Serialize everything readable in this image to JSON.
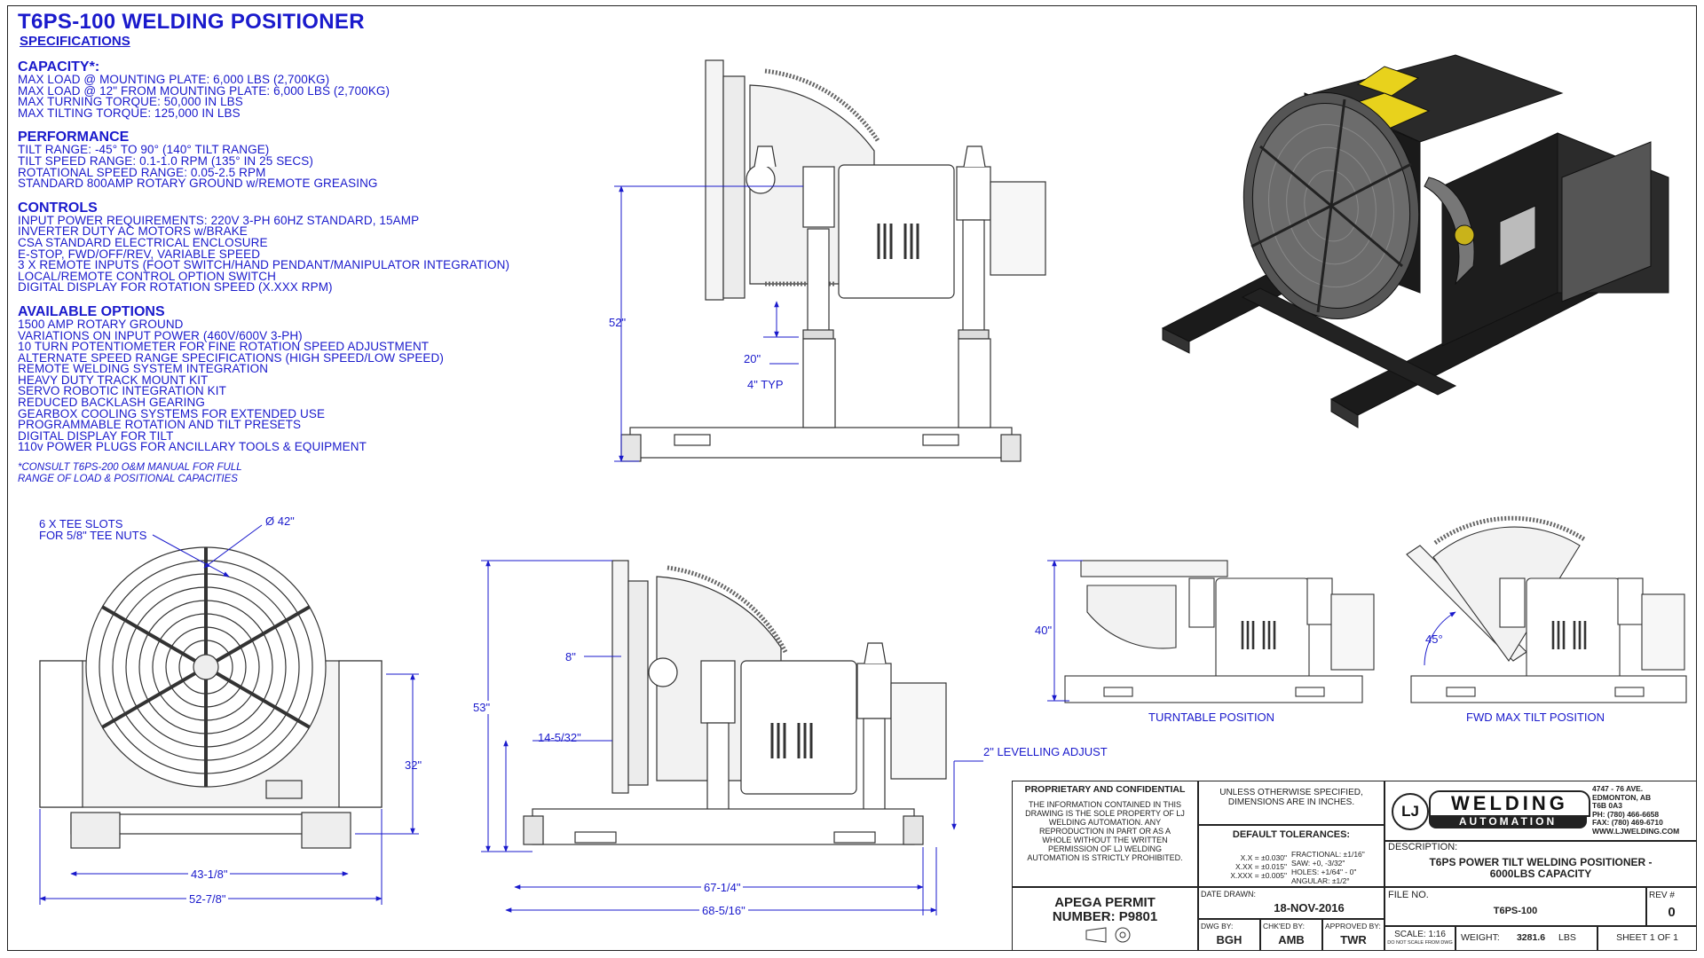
{
  "title": "T6PS-100 WELDING POSITIONER",
  "subtitle": "SPECIFICATIONS",
  "sections": [
    {
      "heading": "CAPACITY*:",
      "lines": [
        "MAX LOAD @ MOUNTING PLATE: 6,000 LBS (2,700KG)",
        "MAX LOAD @ 12\" FROM MOUNTING PLATE: 6,000 LBS (2,700KG)",
        "MAX TURNING TORQUE: 50,000 IN LBS",
        "MAX TILTING TORQUE: 125,000 IN LBS"
      ]
    },
    {
      "heading": "PERFORMANCE",
      "lines": [
        "TILT RANGE: -45° TO 90° (140° TILT RANGE)",
        "TILT SPEED RANGE: 0.1-1.0 RPM (135° IN 25 SECS)",
        "ROTATIONAL SPEED RANGE: 0.05-2.5 RPM",
        "STANDARD 800AMP ROTARY GROUND w/REMOTE GREASING"
      ]
    },
    {
      "heading": "CONTROLS",
      "lines": [
        "INPUT POWER REQUIREMENTS: 220V 3-PH 60HZ STANDARD, 15AMP",
        "INVERTER DUTY AC MOTORS w/BRAKE",
        "CSA STANDARD ELECTRICAL ENCLOSURE",
        "E-STOP, FWD/OFF/REV, VARIABLE SPEED",
        "3 X REMOTE INPUTS (FOOT SWITCH/HAND PENDANT/MANIPULATOR INTEGRATION)",
        "LOCAL/REMOTE CONTROL OPTION SWITCH",
        "DIGITAL DISPLAY FOR ROTATION SPEED (X.XXX RPM)"
      ]
    },
    {
      "heading": "AVAILABLE OPTIONS",
      "lines": [
        "1500 AMP ROTARY GROUND",
        "VARIATIONS ON INPUT POWER (460V/600V 3-PH)",
        "10 TURN POTENTIOMETER FOR FINE ROTATION SPEED ADJUSTMENT",
        "ALTERNATE SPEED RANGE SPECIFICATIONS (HIGH SPEED/LOW SPEED)",
        "REMOTE WELDING SYSTEM INTEGRATION",
        "HEAVY DUTY TRACK MOUNT KIT",
        "SERVO ROBOTIC INTEGRATION KIT",
        "REDUCED BACKLASH GEARING",
        "GEARBOX COOLING SYSTEMS FOR EXTENDED USE",
        "PROGRAMMABLE ROTATION AND TILT PRESETS",
        "DIGITAL DISPLAY FOR TILT",
        "110v POWER PLUGS FOR ANCILLARY TOOLS & EQUIPMENT"
      ]
    }
  ],
  "note": [
    "*CONSULT T6PS-200 O&M MANUAL FOR FULL",
    "RANGE OF LOAD & POSITIONAL CAPACITIES"
  ],
  "dims": {
    "d52": "52\"",
    "d20": "20\"",
    "d4typ": "4\" TYP",
    "tslots1": "6 X TEE SLOTS",
    "tslots2": "FOR 5/8\" TEE NUTS",
    "dia42": "Ø 42\"",
    "d32": "32\"",
    "d43": "43-1/8\"",
    "d52w": "52-7/8\"",
    "d8": "8\"",
    "d53": "53\"",
    "d14": "14-5/32\"",
    "d67": "67-1/4\"",
    "d68": "68-5/16\"",
    "level": "2\" LEVELLING ADJUST",
    "d40": "40\"",
    "d45": "45°",
    "turntable": "TURNTABLE POSITION",
    "fwdtilt": "FWD MAX TILT POSITION"
  },
  "titleblock": {
    "prop_head": "PROPRIETARY AND CONFIDENTIAL",
    "prop_text": [
      "THE INFORMATION CONTAINED IN THIS",
      "DRAWING IS THE SOLE PROPERTY OF LJ",
      "WELDING AUTOMATION. ANY",
      "REPRODUCTION IN PART OR AS A",
      "WHOLE WITHOUT THE WRITTEN",
      "PERMISSION OF LJ WELDING",
      "AUTOMATION IS STRICTLY PROHIBITED."
    ],
    "unless": [
      "UNLESS OTHERWISE SPECIFIED,",
      "DIMENSIONS ARE IN INCHES."
    ],
    "default_tol": "DEFAULT TOLERANCES:",
    "tol_left": [
      "X.X = ±0.030\"",
      "X.XX = ±0.015\"",
      "X.XXX = ±0.005\""
    ],
    "tol_right": [
      "FRACTIONAL: ±1/16\"",
      "SAW: +0, -3/32\"",
      "HOLES: +1/64\" - 0\"",
      "ANGULAR: ±1/2°"
    ],
    "apega1": "APEGA PERMIT",
    "apega2": "NUMBER: P9801",
    "date_label": "DATE DRAWN:",
    "date": "18-NOV-2016",
    "dwg_by_label": "DWG BY:",
    "dwg_by": "BGH",
    "chk_label": "CHK'ED BY:",
    "chk": "AMB",
    "appr_label": "APPROVED BY:",
    "appr": "TWR",
    "logo_lj": "LJ",
    "logo_welding": "WELDING",
    "logo_automation": "AUTOMATION",
    "address": [
      "4747 - 76 AVE.",
      "EDMONTON, AB",
      "T6B 0A3",
      "PH: (780) 466-6658",
      "FAX: (780) 469-6710",
      "WWW.LJWELDING.COM"
    ],
    "desc_label": "DESCRIPTION:",
    "desc": [
      "T6PS POWER TILT WELDING POSITIONER -",
      "6000LBS CAPACITY"
    ],
    "file_label": "FILE NO.",
    "file": "T6PS-100",
    "rev_label": "REV #",
    "rev": "0",
    "scale": "SCALE: 1:16",
    "noscale": "DO NOT SCALE FROM DWG",
    "weight_label": "WEIGHT:",
    "weight": "3281.6",
    "weight_unit": "LBS",
    "sheet": "SHEET 1 OF 1"
  },
  "colors": {
    "accent": "#1a1acc",
    "line": "#222222",
    "dim": "#1a1acc",
    "yellow": "#e8d21c",
    "body": "#1c1c1c"
  }
}
